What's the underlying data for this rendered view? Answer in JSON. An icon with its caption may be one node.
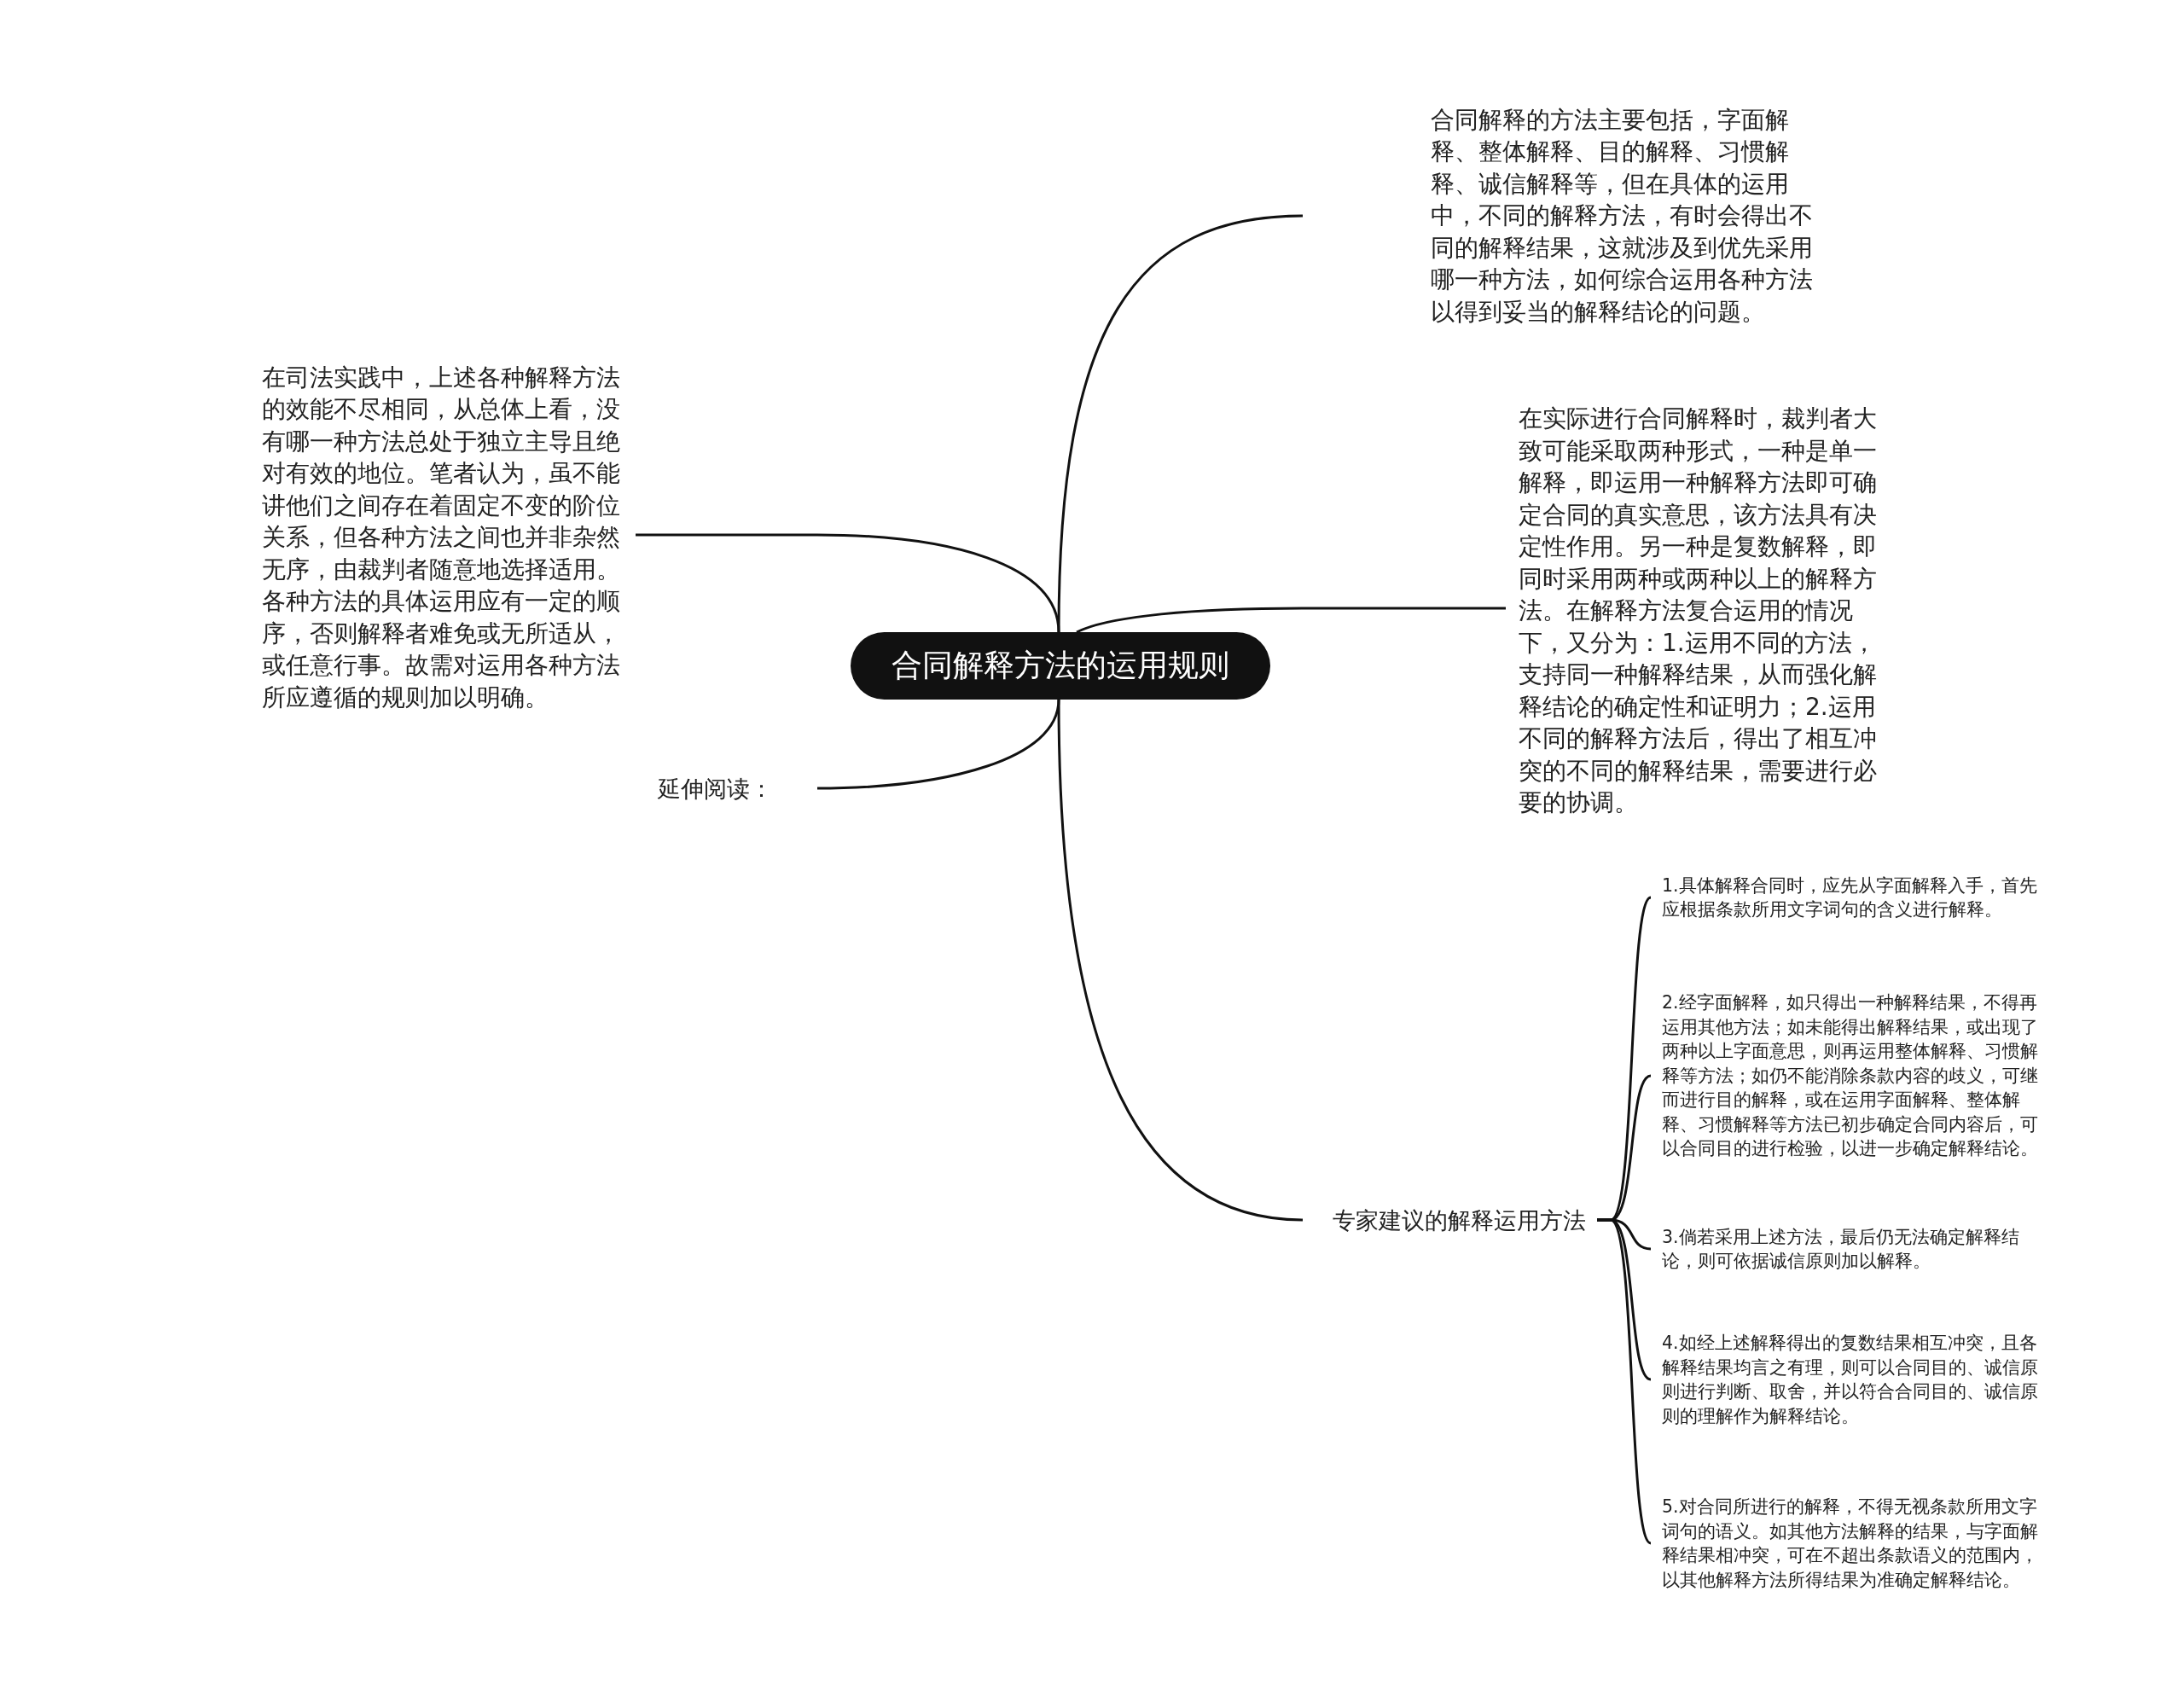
{
  "diagram": {
    "nodes": [
      {
        "text": [
          "合同解释方法的运用规则"
        ]
      },
      {
        "text": [
          "合同解释的方法主要包括，字面解释、整体解释、目的解释、习惯解释、诚信解释等，但在具体的运用中，不同的解释方法，有时会得出不同的解释结果，这就涉及到优先采用哪一种方法，如何综合运用各种方法以得到妥当的解释结论的问题。"
        ]
      },
      {
        "text": [
          "在实际进行合同解释时，裁判者大致可能采取两种形式，一种是单一解释，即运用一种解释方法即可确定合同的真实意思，该方法具有决定性作用。另一种是复数解释，即同时采用两种或两种以上的解释方法。在解释方法复合运用的情况下，又分为：1.运用不同的方法，支持同一种解释结果，从而强化解释结论的确定性和证明力；2.运用不同的解释方法后，得出了相互冲突的不同的解释结果，需要进行必要的协调。"
        ]
      },
      {
        "text": [
          "在司法实践中，上述各种解释方法的效能不尽相同，从总体上看，没有哪一种方法总处于独立主导且绝对有效的地位。笔者认为，虽不能讲他们之间存在着固定不变的阶位关系，但各种方法之间也并非杂然无序，由裁判者随意地选择适用。各种方法的具体运用应有一定的顺序，否则解释者难免或无所适从，或任意行事。故需对运用各种方法所应遵循的规则加以明确。"
        ]
      },
      {
        "text": [
          "延伸阅读："
        ]
      },
      {
        "text": [
          "专家建议的解释运用方法"
        ]
      },
      {
        "text": [
          "1.具体解释合同时，应先从字面解释入手，首先应根据条款所用文字词句的含义进行解释。"
        ]
      },
      {
        "text": [
          "2.经字面解释，如只得出一种解释结果，不得再运用其他方法；如未能得出解释结果，或出现了两种以上字面意思，则再运用整体解释、习惯解释等方法；如仍不能消除条款内容的歧义，可继而进行目的解释，或在运用字面解释、整体解释、习惯解释等方法已初步确定合同内容后，可以合同目的进行检验，以进一步确定解释结论。"
        ]
      },
      {
        "text": [
          "3.倘若采用上述方法，最后仍无法确定解释结论，则可依据诚信原则加以解释。"
        ]
      },
      {
        "text": [
          "4.如经上述解释得出的复数结果相互冲突，且各解释结果均言之有理，则可以合同目的、诚信原则进行判断、取舍，并以符合合同目的、诚信原则的理解作为解释结论。"
        ]
      },
      {
        "text": [
          "5.对合同所进行的解释，不得无视条款所用文字词句的语义。如其他方法解释的结果，与字面解释结果相冲突，可在不超出条款语义的范围内，以其他解释方法所得结果为准确定解释结论。"
        ]
      }
    ],
    "edges": [
      {
        "from": 0,
        "to": 1,
        "arrow": "none"
      },
      {
        "from": 0,
        "to": 2,
        "arrow": "none"
      },
      {
        "from": 0,
        "to": 3,
        "arrow": "none"
      },
      {
        "from": 0,
        "to": 4,
        "arrow": "none"
      },
      {
        "from": 0,
        "to": 5,
        "arrow": "none"
      },
      {
        "from": 5,
        "to": 6,
        "arrow": "none"
      },
      {
        "from": 5,
        "to": 7,
        "arrow": "none"
      },
      {
        "from": 5,
        "to": 8,
        "arrow": "none"
      },
      {
        "from": 5,
        "to": 9,
        "arrow": "none"
      },
      {
        "from": 5,
        "to": 10,
        "arrow": "none"
      }
    ]
  }
}
